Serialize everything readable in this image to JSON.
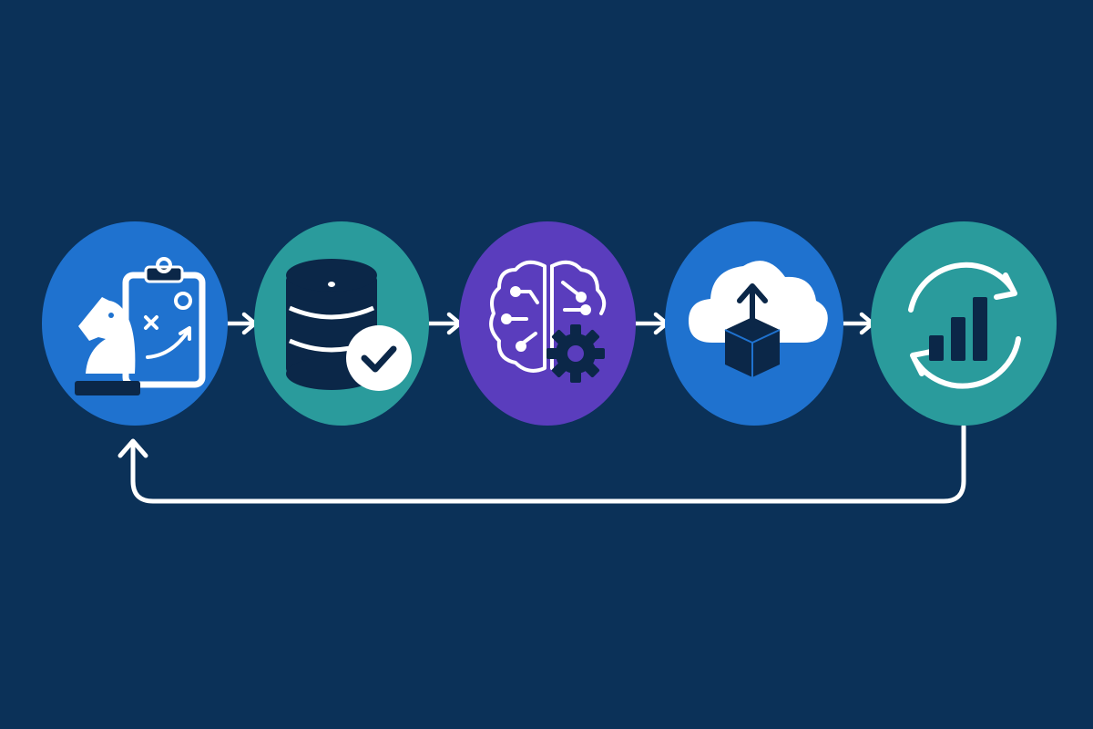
{
  "diagram": {
    "background": "#0b3158",
    "line_color": "#ffffff",
    "icon_dark": "#0b2748",
    "stages": [
      {
        "id": "strategy",
        "icon": "chess-knight-clipboard-icon",
        "color": "#1f72cf"
      },
      {
        "id": "data",
        "icon": "database-check-icon",
        "color": "#2a9b9c"
      },
      {
        "id": "model",
        "icon": "brain-gear-icon",
        "color": "#5a3dbd"
      },
      {
        "id": "deploy",
        "icon": "cloud-upload-box-icon",
        "color": "#1f72cf"
      },
      {
        "id": "monitor",
        "icon": "cycle-bar-chart-icon",
        "color": "#2a9b9c"
      }
    ],
    "connectors": [
      {
        "from": "strategy",
        "to": "data"
      },
      {
        "from": "data",
        "to": "model"
      },
      {
        "from": "model",
        "to": "deploy"
      },
      {
        "from": "deploy",
        "to": "monitor"
      }
    ],
    "feedback_loop": {
      "from": "monitor",
      "to": "strategy"
    }
  }
}
